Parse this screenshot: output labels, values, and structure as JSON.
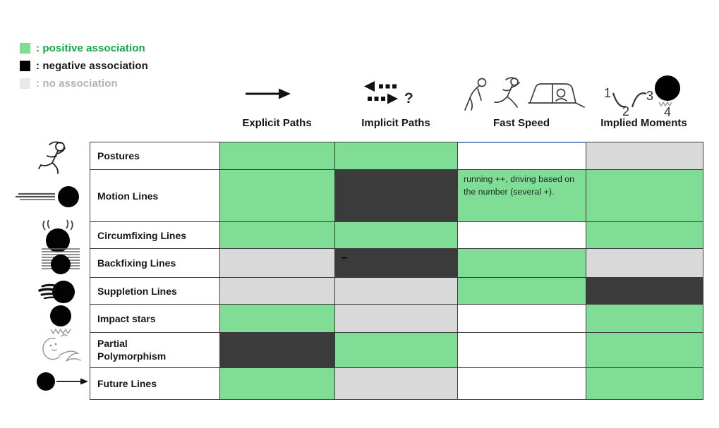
{
  "legend": {
    "items": [
      {
        "key": "positive",
        "label": ": positive association",
        "color": "#7FDD96",
        "text_color": "#16A54B"
      },
      {
        "key": "negative",
        "label": ": negative association",
        "color": "#000000",
        "text_color": "#1B1B1B"
      },
      {
        "key": "none",
        "label": ": no association",
        "color": "#E9E9E9",
        "text_color": "#B3B3B3"
      }
    ]
  },
  "columns": [
    {
      "id": "explicit-paths",
      "label": "Explicit Paths",
      "icon": "solid-right-arrow"
    },
    {
      "id": "implicit-paths",
      "label": "Implicit Paths",
      "icon": "dotted-arrows-question"
    },
    {
      "id": "fast-speed",
      "label": "Fast Speed",
      "icon": "walker-runner-car"
    },
    {
      "id": "implied-moments",
      "label": "Implied Moments",
      "icon": "numbered-bounce-ball"
    }
  ],
  "rows": [
    {
      "label": "Postures",
      "icon": "running-figure"
    },
    {
      "label": "Motion Lines",
      "icon": "speed-lines-ball"
    },
    {
      "label": "Circumfixing Lines",
      "icon": "ball-vibration-arcs"
    },
    {
      "label": "Backfixing Lines",
      "icon": "ball-on-stripes"
    },
    {
      "label": "Suppletion Lines",
      "icon": "ball-smear"
    },
    {
      "label": "Impact stars",
      "icon": "ball-impact-marks"
    },
    {
      "label": "Partial Polymorphism",
      "icon": "sketch-figure"
    },
    {
      "label": "Future Lines",
      "icon": "ball-arrow"
    }
  ],
  "matrix": [
    [
      "positive",
      "positive",
      "blank",
      "none"
    ],
    [
      "positive",
      "negative",
      "positive",
      "positive"
    ],
    [
      "positive",
      "positive",
      "blank",
      "positive"
    ],
    [
      "none",
      "negative",
      "positive",
      "none"
    ],
    [
      "none",
      "none",
      "positive",
      "negative"
    ],
    [
      "positive",
      "none",
      "blank",
      "positive"
    ],
    [
      "negative",
      "positive",
      "blank",
      "positive"
    ],
    [
      "positive",
      "none",
      "blank",
      "positive"
    ]
  ],
  "cell_notes": {
    "motion_fast_speed": "running ++, driving based on the number (several +).",
    "backfixing_implicit": "–"
  },
  "icons": {
    "implicit_question": "?",
    "implied_numbers": [
      "1",
      "2",
      "3",
      "4"
    ]
  },
  "colors": {
    "positive": "#7FDD96",
    "negative": "#3B3B3B",
    "none": "#D9D9D9",
    "blank": "#FFFFFF",
    "grid_line": "#3C3C3C"
  }
}
